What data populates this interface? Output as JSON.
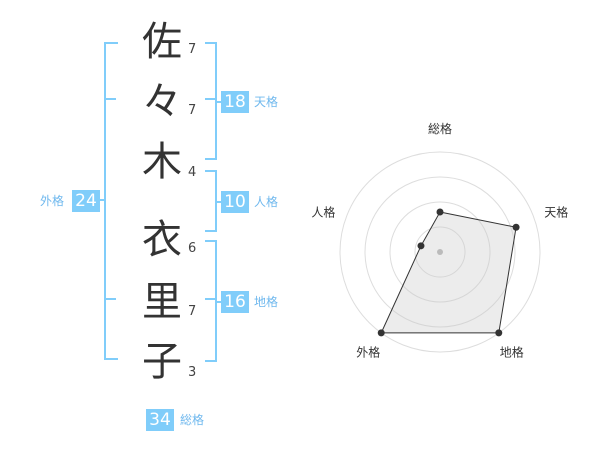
{
  "name": {
    "characters": [
      {
        "char": "佐",
        "strokes": 7
      },
      {
        "char": "々",
        "strokes": 7
      },
      {
        "char": "木",
        "strokes": 4
      },
      {
        "char": "衣",
        "strokes": 6
      },
      {
        "char": "里",
        "strokes": 7
      },
      {
        "char": "子",
        "strokes": 3
      }
    ]
  },
  "kaku": {
    "tenkaku": {
      "value": "18",
      "label": "天格"
    },
    "jinkaku": {
      "value": "10",
      "label": "人格"
    },
    "chikaku": {
      "value": "16",
      "label": "地格"
    },
    "gaikaku": {
      "value": "24",
      "label": "外格"
    },
    "soukaku": {
      "value": "34",
      "label": "総格"
    }
  },
  "colors": {
    "accent": "#80cdfa",
    "accent_text": "#6fb8ee"
  },
  "chart_data": {
    "type": "radar",
    "axes": [
      "総格",
      "天格",
      "地格",
      "外格",
      "人格"
    ],
    "values": [
      2,
      4,
      5,
      5,
      1
    ],
    "max": 5,
    "rings": 4,
    "grid": true
  }
}
